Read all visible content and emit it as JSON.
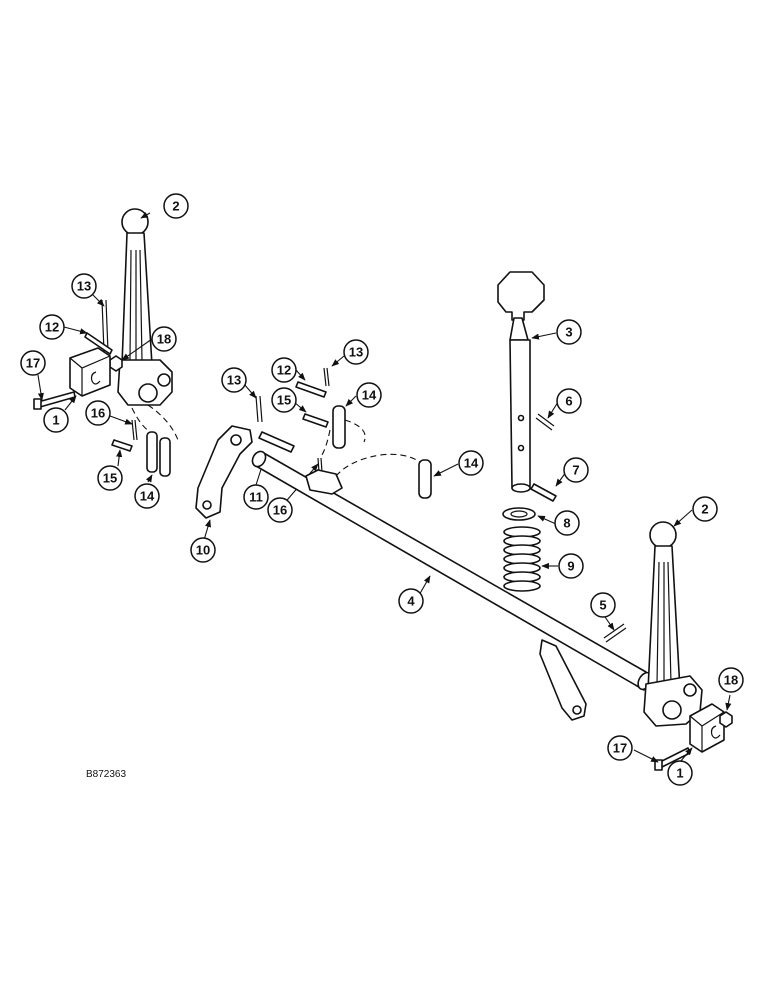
{
  "drawing_code": "B872363",
  "callouts": {
    "left_handle": "2",
    "left_pin13": "13",
    "left_bolt12": "12",
    "left_nut18": "18",
    "left_bolt17": "17",
    "left_block1": "1",
    "left_pin16": "16",
    "left_pin15": "15",
    "left_link14": "14",
    "mid_pin13": "13",
    "mid_bolt12": "12",
    "mid_pin13b": "13",
    "mid_pin15": "15",
    "mid_link14": "14",
    "mid_pin11": "11",
    "mid_pin16": "16",
    "mid_arm10": "10",
    "link14_right": "14",
    "shaft4": "4",
    "lever3": "3",
    "pin6": "6",
    "pin7": "7",
    "washer8": "8",
    "spring9": "9",
    "pin5": "5",
    "right_handle": "2",
    "right_nut18": "18",
    "right_bolt17": "17",
    "right_block1": "1"
  },
  "icons": {
    "leader_marker": "arrow-icon"
  }
}
